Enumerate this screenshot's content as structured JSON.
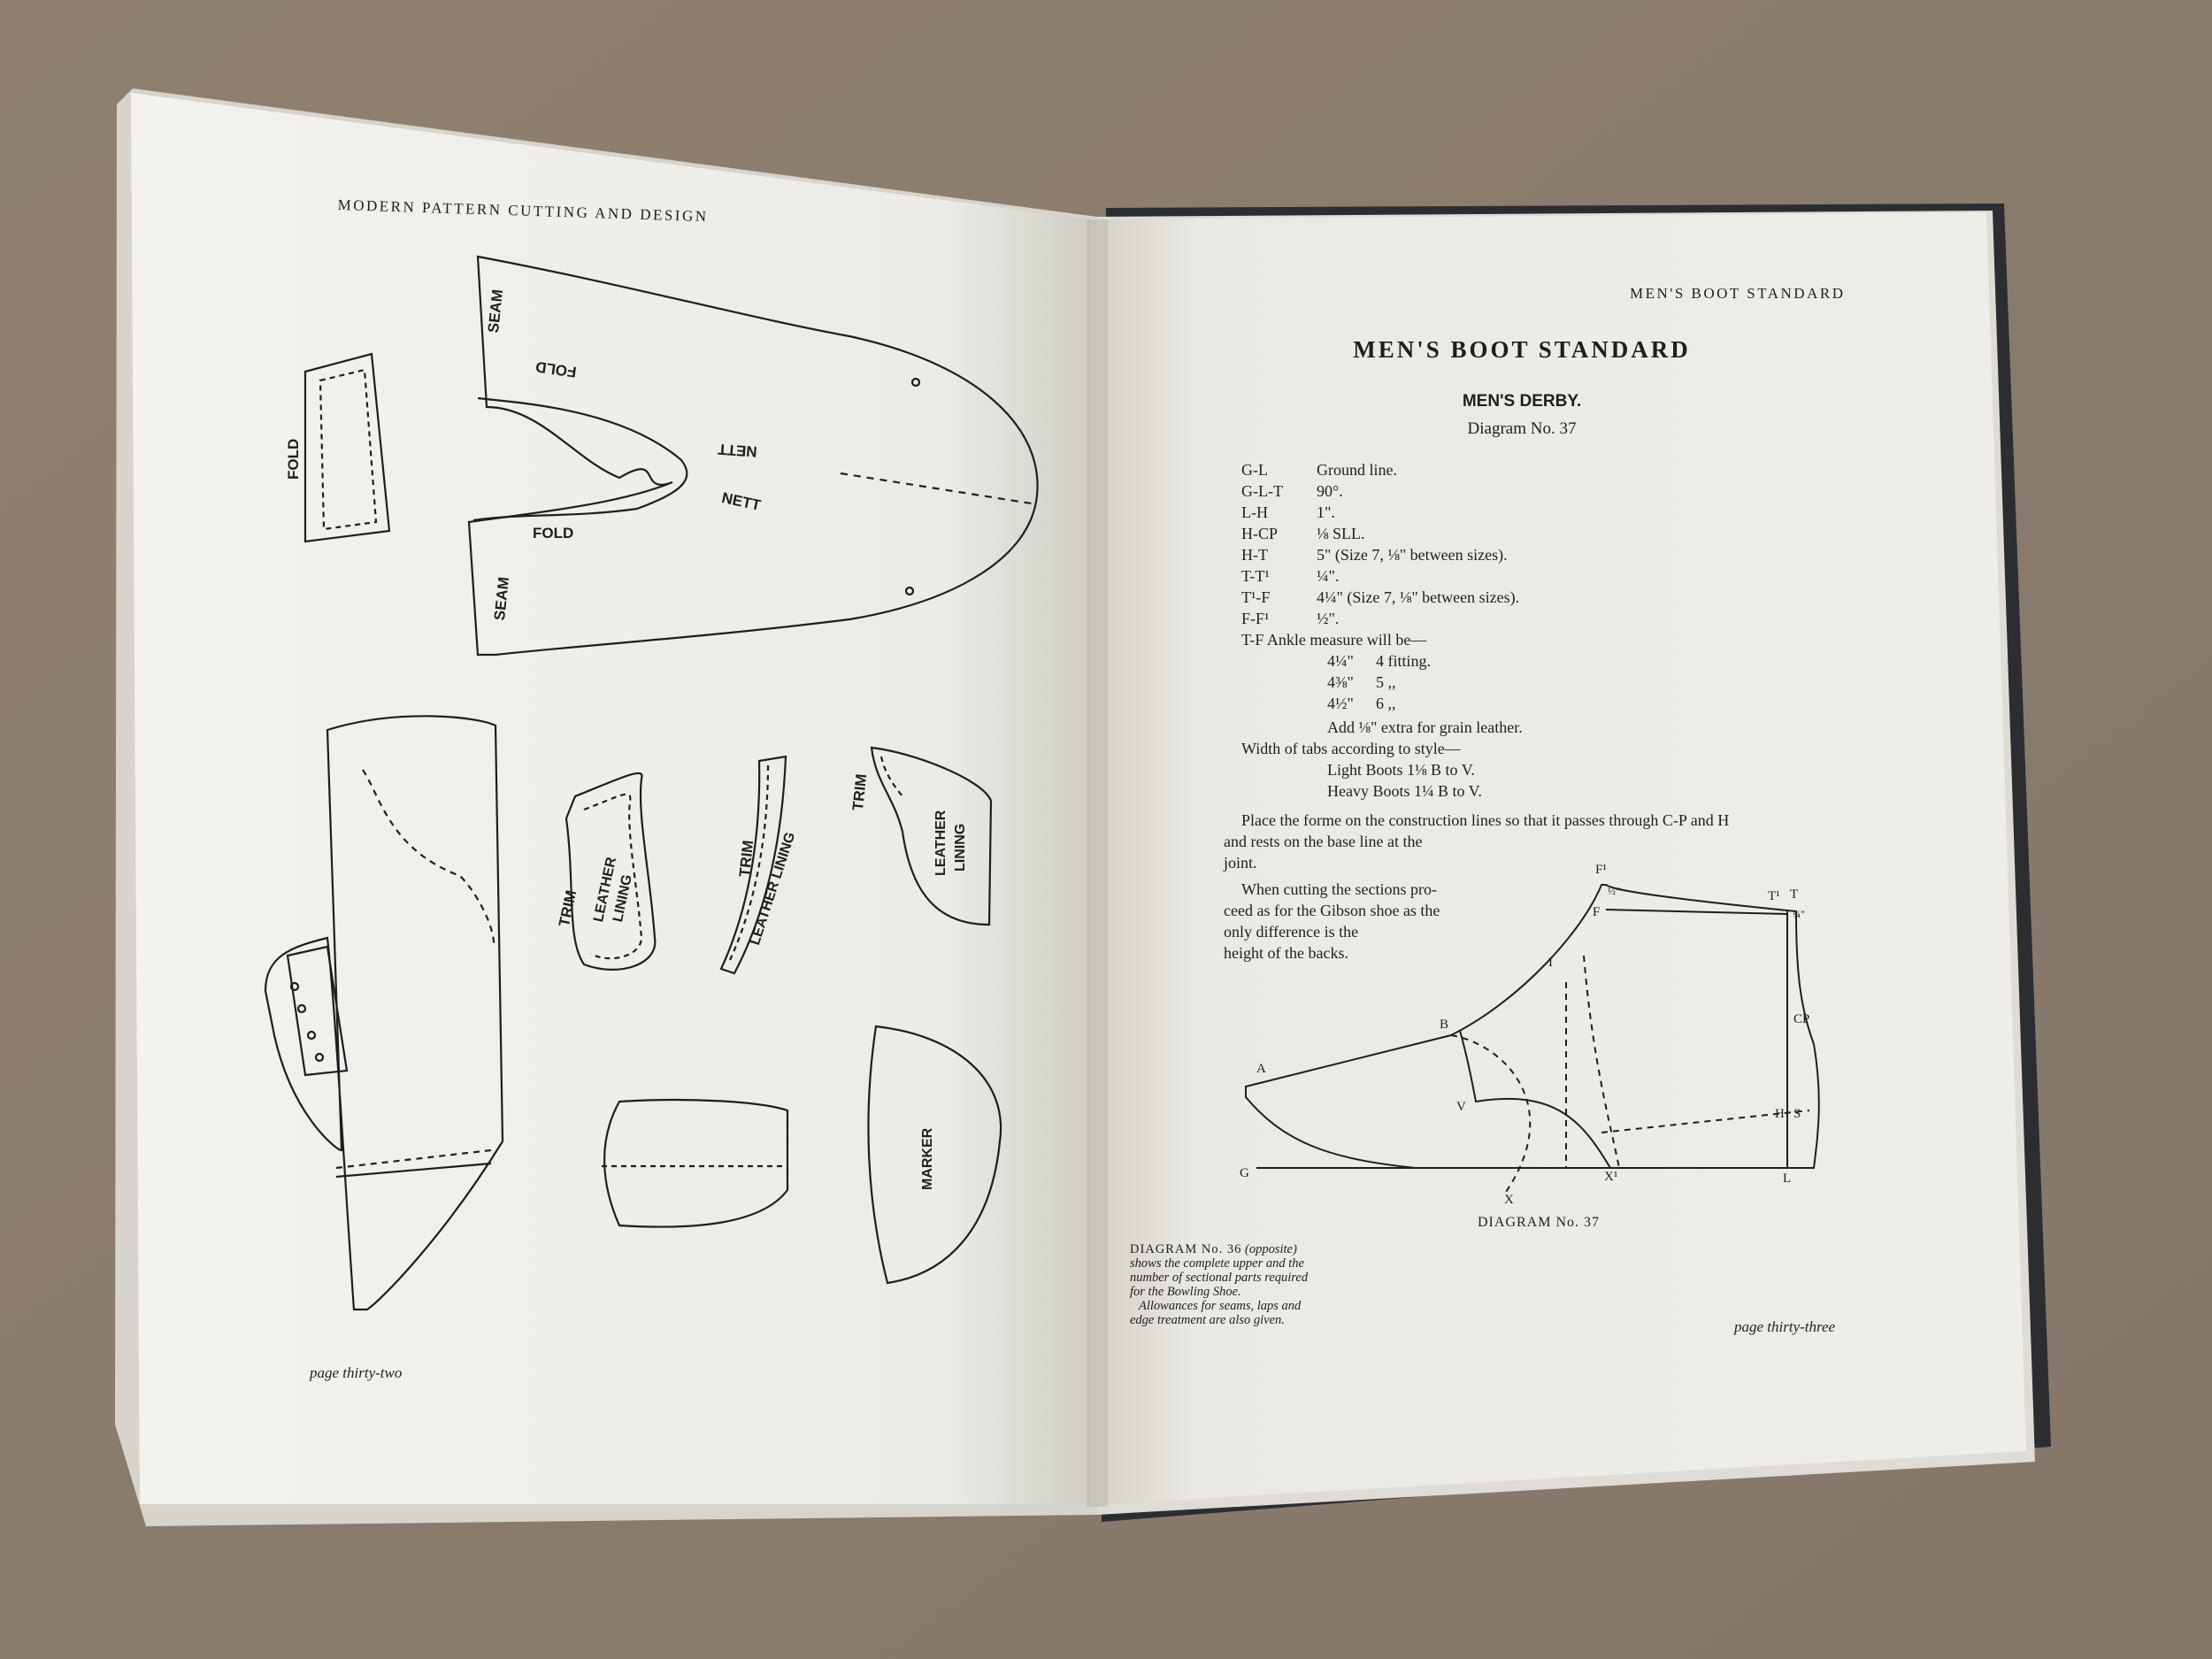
{
  "left_page": {
    "running_header": "MODERN PATTERN CUTTING AND DESIGN",
    "page_number": "page thirty-two",
    "pattern_labels": {
      "seam_top": "SEAM",
      "seam_bottom": "SEAM",
      "fold_top": "FOLD",
      "fold_bottom": "FOLD",
      "fold_tab": "FOLD",
      "nett_top": "NETT",
      "nett_bottom": "NETT",
      "trim_1": "TRIM",
      "trim_2": "TRIM",
      "trim_3": "TRIM",
      "leather_lining_1": "LEATHER",
      "leather_lining_1b": "LINING",
      "leather_lining_2": "LEATHER LINING",
      "leather_lining_3": "LEATHER",
      "leather_lining_3b": "LINING",
      "marker": "MARKER"
    }
  },
  "right_page": {
    "running_header": "MEN'S BOOT STANDARD",
    "title": "MEN'S BOOT STANDARD",
    "subtitle": "MEN'S DERBY.",
    "diagram_ref": "Diagram No. 37",
    "specs": [
      {
        "key": "G-L",
        "value": "Ground line."
      },
      {
        "key": "G-L-T",
        "value": "90°."
      },
      {
        "key": "L-H",
        "value": "1\"."
      },
      {
        "key": "H-CP",
        "value": "⅛ SLL."
      },
      {
        "key": "H-T",
        "value": "5\" (Size 7, ⅛\" between sizes)."
      },
      {
        "key": "T-T¹",
        "value": "¼\"."
      },
      {
        "key": "T¹-F",
        "value": "4¼\" (Size 7, ⅛\" between sizes)."
      },
      {
        "key": "F-F¹",
        "value": "½\"."
      }
    ],
    "ankle_intro": "T-F Ankle measure will be—",
    "ankle_rows": [
      {
        "size": "4¼\"",
        "fitting": "4 fitting."
      },
      {
        "size": "4⅜\"",
        "fitting": "5    ,,"
      },
      {
        "size": "4½\"",
        "fitting": "6    ,,"
      }
    ],
    "add_line": "Add  ⅛\" extra for grain leather.",
    "tabs_intro": "Width of tabs according to style—",
    "tabs_rows": [
      "Light Boots 1⅛ B to V.",
      "Heavy Boots 1¼ B to V."
    ],
    "para1_line1": "Place the forme on the construction lines so that it passes through C-P and H",
    "para1_line2": "and rests on the base line at the",
    "para1_line3": "joint.",
    "para2_lines": [
      "When cutting the sections pro-",
      "ceed as for the Gibson shoe as the",
      "only difference is the",
      "height of the backs."
    ],
    "diagram_points": {
      "A": "A",
      "B": "B",
      "V": "V",
      "G": "G",
      "X": "X",
      "X1": "X¹",
      "L": "L",
      "H": "H",
      "S": "S",
      "CP": "CP",
      "I": "I",
      "F": "F",
      "F1": "F¹",
      "T": "T",
      "T1": "T¹",
      "half": "½\"",
      "quarter": "¼\""
    },
    "diagram_label": "DIAGRAM No. 37",
    "caption_36": {
      "line1_sc": "DIAGRAM No. 36",
      "line1_it": " (opposite)",
      "line2": "shows the complete upper and the",
      "line3": "number of sectional parts required",
      "line4": "for the Bowling Shoe.",
      "line5": "Allowances for seams, laps and",
      "line6": "edge treatment are also given."
    },
    "page_number": "page thirty-three"
  },
  "colors": {
    "table": "#8c7e6e",
    "paper": "#eeece6",
    "ink": "#1e1e1e",
    "cover": "#2b2d31"
  }
}
